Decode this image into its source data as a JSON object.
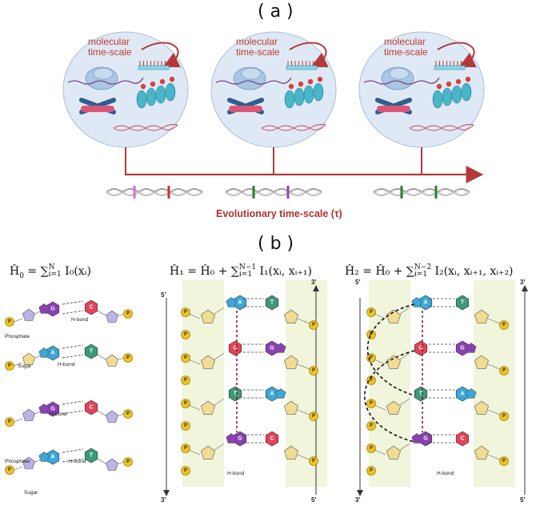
{
  "panel_a": {
    "label": "( a )",
    "molecular_label_line1": "molecular",
    "molecular_label_line2": "time-scale",
    "evolutionary_label": "Evolutionary  time-scale (τ)"
  },
  "panel_b": {
    "label": "( b )",
    "eq0": {
      "lhs": "Ĥ",
      "sub_lhs": "0",
      "rest": " = ∑",
      "sup": "N",
      "sub": "i=1",
      "term": " I₀(xᵢ)"
    },
    "eq1": {
      "text": "Ĥ₁ = Ĥ₀ + ∑",
      "sup": "N−1",
      "sub": "i=1",
      "term": " I₁(xᵢ, xᵢ₊₁)"
    },
    "eq2": {
      "text": "Ĥ₂ = Ĥ₀ + ∑",
      "sup": "N−2",
      "sub": "i=1",
      "term": " I₂(xᵢ, xᵢ₊₁, xᵢ₊₂)"
    },
    "labels": {
      "phosphate": "Phosphate",
      "sugar": "Sugar",
      "hbond": "H-bond",
      "hbond_short": "H-\nbond",
      "five_prime": "5'",
      "three_prime": "3'",
      "p": "P"
    },
    "bases": {
      "G": "G",
      "C": "C",
      "A": "A",
      "T": "T"
    }
  },
  "colors": {
    "circle_fill": "#dfe9f6",
    "arrow": "#b33a3a",
    "purine_purple": "#8b3fb5",
    "pyrimidine_red": "#e0445a",
    "adenine_blue": "#3aa7d8",
    "thymine_green": "#3c9a78",
    "sugar_yellow": "#f1dc93",
    "sugar_purple": "#b9b3e6",
    "phosphate_yellow": "#f0c419",
    "band": "#f1f5dc"
  }
}
